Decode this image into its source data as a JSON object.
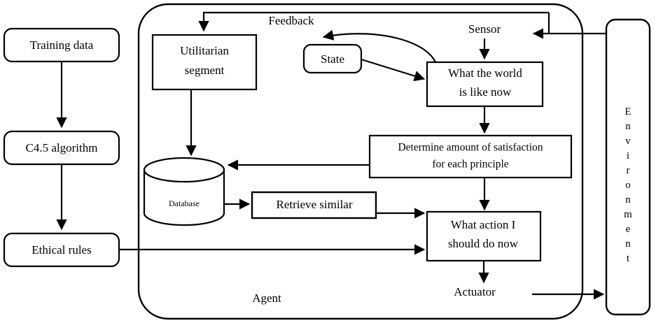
{
  "diagram": {
    "title_label": "",
    "nodes": {
      "training_data": "Training data",
      "c45_algorithm": "C4.5 algorithm",
      "ethical_rules": "Ethical rules",
      "utilitarian_segment_line1": "Utilitarian",
      "utilitarian_segment_line2": "segment",
      "state": "State",
      "world_line1": "What the world",
      "world_line2": "is like now",
      "determine_line1": "Determine amount of satisfaction",
      "determine_line2": "for each principle",
      "database": "Database",
      "retrieve_similar": "Retrieve similar",
      "action_line1": "What action I",
      "action_line2": "should do now",
      "environment": "Environment"
    },
    "edge_labels": {
      "feedback": "Feedback",
      "sensor": "Sensor",
      "actuator": "Actuator",
      "agent": "Agent"
    },
    "colors": {
      "stroke": "#000000",
      "fill": "#ffffff",
      "background": "#ffffff"
    }
  }
}
